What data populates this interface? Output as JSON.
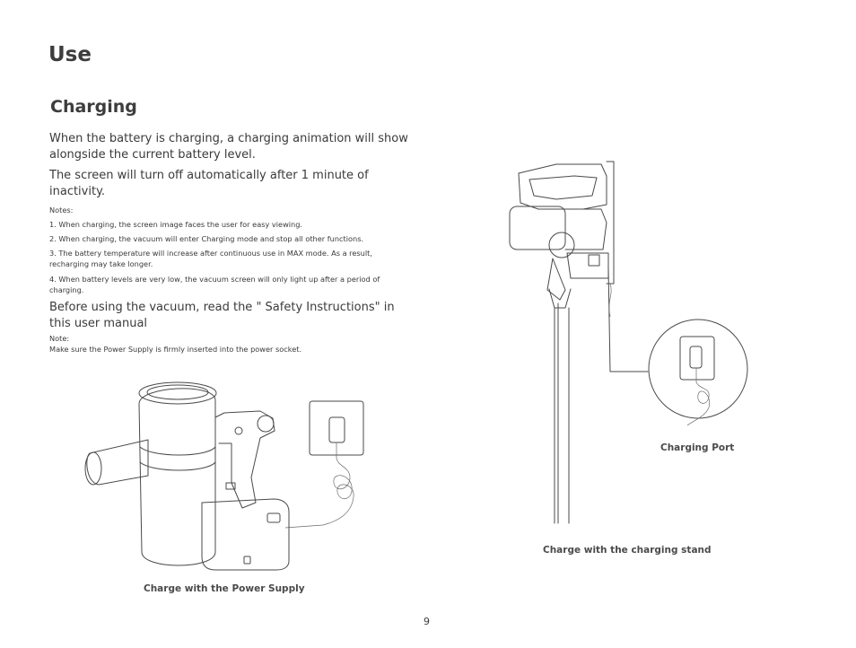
{
  "section_title": "Use",
  "subsection_title": "Charging",
  "paragraphs": [
    "When the battery is charging, a charging animation will show alongside the current battery level.",
    "The screen will turn off automatically after 1 minute of inactivity."
  ],
  "notes": {
    "heading": "Notes:",
    "items": [
      "1. When charging, the screen image faces the user for easy viewing.",
      "2. When charging, the vacuum will enter Charging mode and stop all other functions.",
      "3. The battery temperature will increase after continuous use in MAX mode. As a result, recharging may take longer.",
      "4. When battery levels are very low, the vacuum screen will only light up after a period of charging."
    ]
  },
  "safety_paragraph": "Before using the vacuum, read the \" Safety Instructions\" in this user manual",
  "note": {
    "heading": "Note:",
    "text": "Make sure the Power Supply is firmly inserted into the power socket."
  },
  "figures": {
    "power_supply_caption": "Charge with the Power Supply",
    "stand_caption": "Charge with the charging stand",
    "port_label": "Charging Port"
  },
  "page_number": "9"
}
